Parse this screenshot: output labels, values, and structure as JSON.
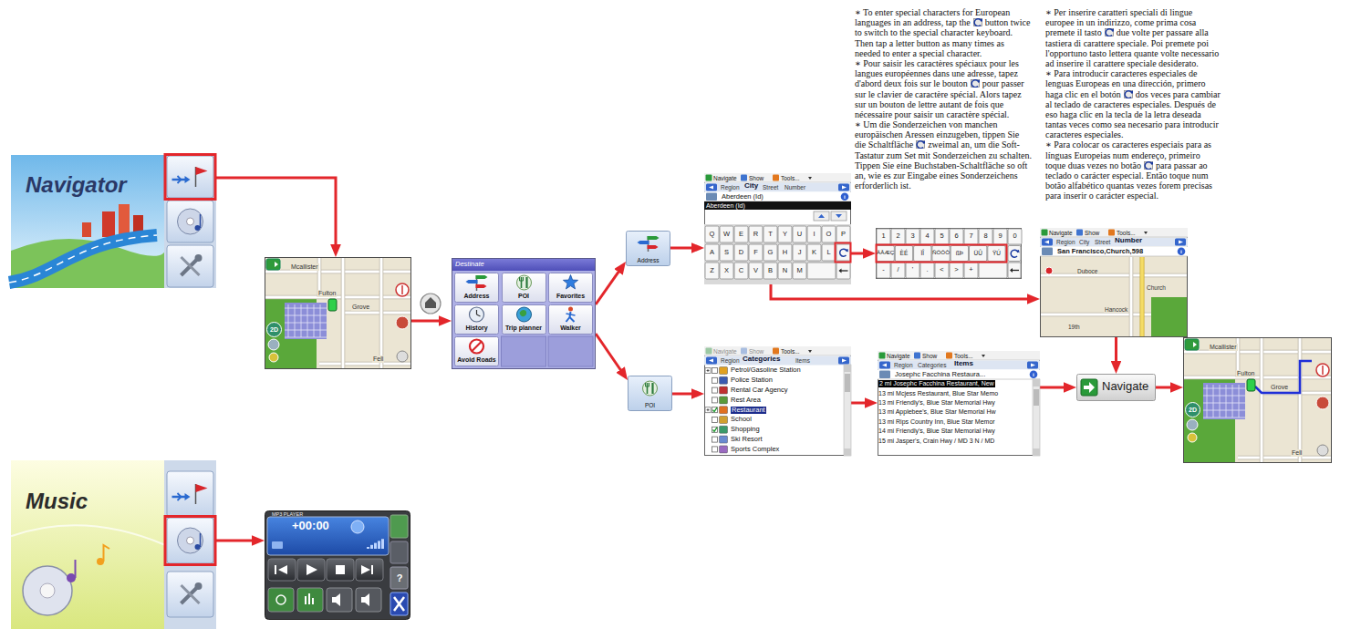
{
  "diagram": {
    "nodes": [
      {
        "text": [
          "Navigator"
        ]
      },
      {
        "text": [
          "Mcallister",
          "Fulton",
          "Grove",
          "Fell",
          "2D"
        ]
      },
      {
        "text": [
          "Destinate"
        ]
      },
      {
        "text": [
          "Address"
        ],
        "in": 2
      },
      {
        "text": [
          "POI"
        ],
        "in": 2
      },
      {
        "text": [
          "Favorites"
        ],
        "in": 2
      },
      {
        "text": [
          "History"
        ],
        "in": 2
      },
      {
        "text": [
          "Trip planner"
        ],
        "in": 2
      },
      {
        "text": [
          "Walker"
        ],
        "in": 2
      },
      {
        "text": [
          "Avoid Roads"
        ],
        "in": 2
      },
      {
        "text": [
          "Address"
        ]
      },
      {
        "text": [
          "POI"
        ]
      },
      {
        "text": [
          "Navigate",
          "Show",
          "Tools...",
          "Region",
          "City",
          "Street",
          "Number",
          "Aberdeen (Id)",
          "Aberdeen (Id)",
          "Q",
          "W",
          "E",
          "R",
          "T",
          "Y",
          "U",
          "I",
          "O",
          "P",
          "A",
          "S",
          "D",
          "F",
          "G",
          "H",
          "J",
          "K",
          "L",
          "Z",
          "X",
          "C",
          "V",
          "B",
          "N",
          "M"
        ]
      },
      {
        "text": [
          "1",
          "2",
          "3",
          "4",
          "5",
          "6",
          "7",
          "8",
          "9",
          "0",
          "ÄÅÆÇ",
          "ÈÉ",
          "ÏÎ",
          "ÑÖÓÒ",
          "ßÞ",
          "ÜÛ",
          "ŸÚ",
          "-",
          "/",
          "'",
          ".",
          "<",
          ">",
          "+"
        ]
      },
      {
        "text": [
          "Navigate",
          "Show",
          "Tools...",
          "Region",
          "City",
          "Street",
          "Number",
          "San Francisco,Church,598",
          "Duboce",
          "Church",
          "Hancock",
          "19th"
        ]
      },
      {
        "text": [
          "Navigate",
          "Show",
          "Tools...",
          "Region",
          "Categories",
          "Items",
          "Petrol/Gasoline Station",
          "Police Station",
          "Rental Car Agency",
          "Rest Area",
          "Restaurant",
          "School",
          "Shopping",
          "Ski Resort",
          "Sports Complex"
        ]
      },
      {
        "text": [
          "Navigate",
          "Show",
          "Tools...",
          "Region",
          "Categories",
          "Items",
          "Josephc Facchina Restaura...",
          "2 mi Josephc Facchina Restaurant, New",
          "13 mi Mcjess Restaurant, Blue Star Memo",
          "13 mi Friendly's, Blue Star Memorial Hwy",
          "13 mi Applebee's, Blue Star Memorial Hw",
          "13 mi Rips Country Inn, Blue Star Memor",
          "14 mi Friendly's, Blue Star Memorial Hwy",
          "15 mi Jasper's, Crain Hwy / MD 3 N / MD"
        ]
      },
      {
        "text": [
          "Navigate"
        ]
      },
      {
        "text": [
          "Mcallister",
          "Fulton",
          "Grove",
          "Fell",
          "2D"
        ]
      },
      {
        "text": [
          "Music"
        ]
      },
      {
        "text": [
          "MP3 PLAYER",
          "+00:00",
          "?"
        ]
      }
    ],
    "edges": [
      {
        "from": 0,
        "to": 1,
        "arrow": "to"
      },
      {
        "from": 1,
        "to": 2,
        "arrow": "to"
      },
      {
        "from": 2,
        "to": 10,
        "arrow": "to"
      },
      {
        "from": 2,
        "to": 11,
        "arrow": "to"
      },
      {
        "from": 10,
        "to": 12,
        "arrow": "to"
      },
      {
        "from": 12,
        "to": 13,
        "arrow": "to"
      },
      {
        "from": 12,
        "to": 14,
        "arrow": "to"
      },
      {
        "from": 11,
        "to": 15,
        "arrow": "to"
      },
      {
        "from": 15,
        "to": 16,
        "arrow": "to"
      },
      {
        "from": 16,
        "to": 17,
        "arrow": "to"
      },
      {
        "from": 14,
        "to": 17,
        "arrow": "to"
      },
      {
        "from": 17,
        "to": 18,
        "arrow": "to"
      },
      {
        "from": 19,
        "to": 20,
        "arrow": "to"
      }
    ],
    "labels": [
      "∗ To enter special characters for European languages in an address, tap the",
      "button twice to switch to the special character keyboard. Then tap a letter button as many times as needed to enter a special character.",
      "∗ Pour saisir les caractères spéciaux pour les langues européennes dans une adresse, tapez d'abord deux fois sur le bouton",
      "pour passer sur le clavier de caractère spécial. Alors tapez sur un bouton de lettre autant de fois que nécessaire pour saisir un caractère spécial.",
      "∗ Um die Sonderzeichen von manchen europäischen Aressen einzugeben, tippen Sie die Schaltfläche",
      "zweimal an, um die Soft-Tastatur zum Set mit Sonderzeichen zu schalten. Tippen Sie eine Buchstaben-Schaltfläche so oft an, wie es zur Eingabe eines Sonderzeichens erforderlich ist.",
      "∗ Per inserire caratteri speciali di lingue europee in un indirizzo, come prima cosa premete il tasto",
      "due volte per passare alla tastiera di carattere speciale. Poi premete poi l'opportuno tasto lettera quante volte necessario ad inserire il carattere speciale desiderato.",
      "∗ Para introducir caracteres especiales de lenguas Europeas en una dirección, primero haga clic en el botón",
      "dos veces para cambiar al teclado de caracteres especiales. Después de eso haga clic en la tecla de la letra deseada tantas veces como sea necesario para introducir caracteres especiales.",
      "∗ Para colocar os caracteres especiais para as línguas Europeias num endereço, primeiro toque duas vezes no botão",
      "para passar ao teclado o carácter especial. Então toque num botão alfabético quantas vezes forem precisas para inserir o carácter especial."
    ]
  }
}
